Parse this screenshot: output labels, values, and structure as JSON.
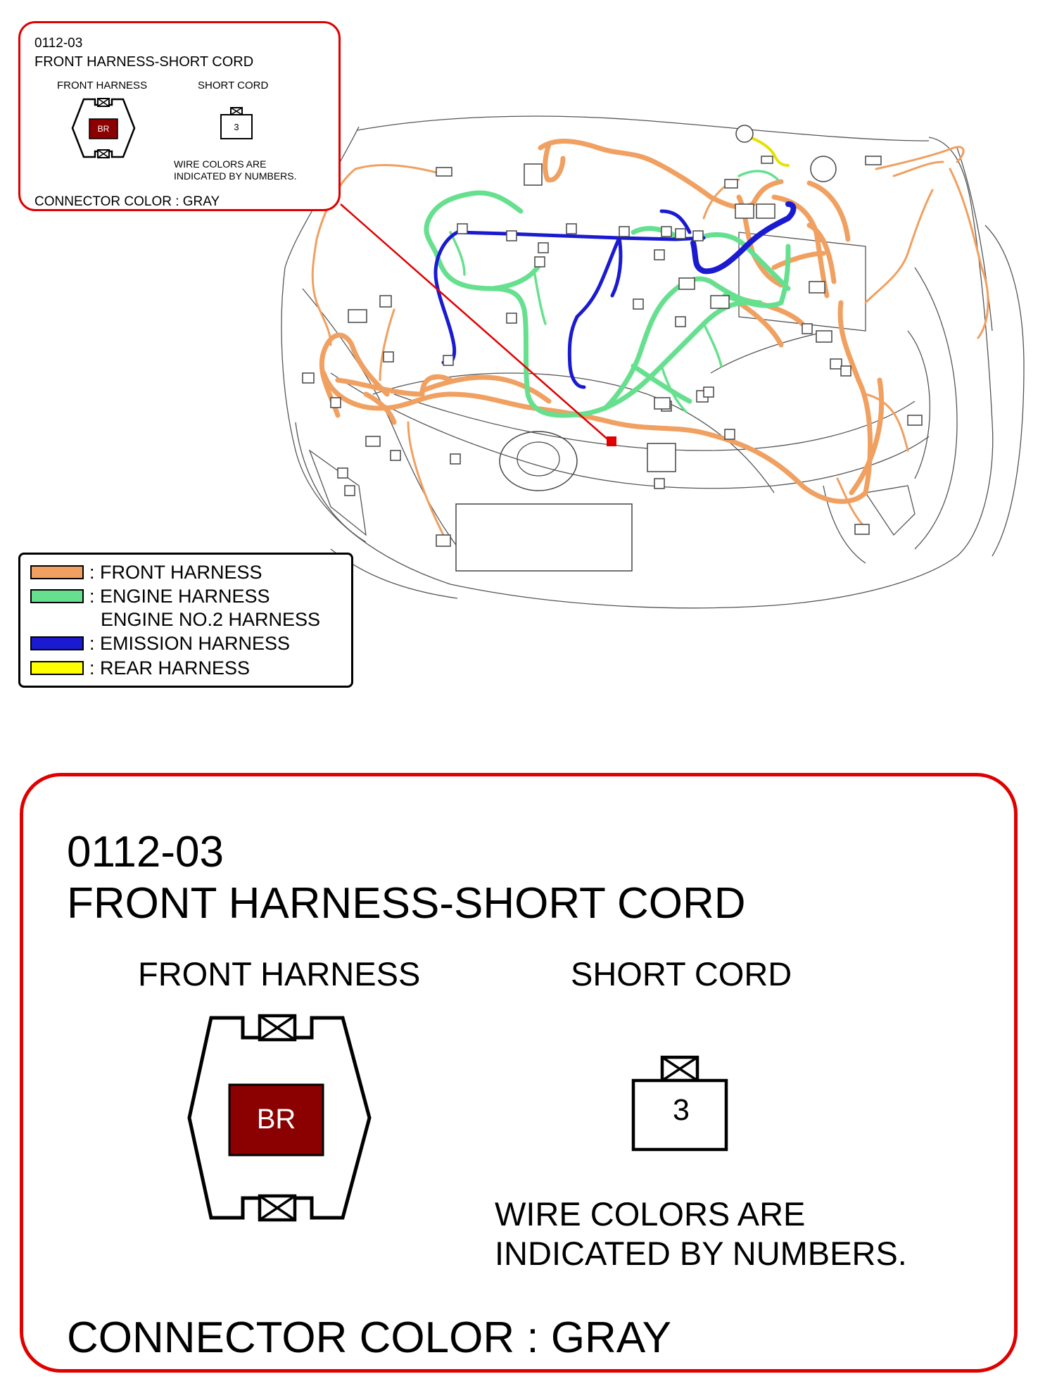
{
  "callout": {
    "code": "0112-03",
    "title": "FRONT HARNESS-SHORT CORD",
    "left_connector_label": "FRONT HARNESS",
    "right_connector_label": "SHORT CORD",
    "left_pin_color": "BR",
    "right_pin_number": "3",
    "note_line1": "WIRE COLORS ARE",
    "note_line2": "INDICATED BY NUMBERS.",
    "connector_color": "CONNECTOR COLOR : GRAY"
  },
  "legend": {
    "items": [
      {
        "label": ": FRONT HARNESS",
        "color": "#f0a060"
      },
      {
        "label": ": ENGINE HARNESS",
        "color": "#66e08f"
      },
      {
        "label": "ENGINE NO.2 HARNESS"
      },
      {
        "label": ": EMISSION HARNESS",
        "color": "#1a1ad0"
      },
      {
        "label": ": REAR HARNESS",
        "color": "#ffff00"
      }
    ]
  },
  "colors": {
    "front_harness": "#f0a060",
    "engine_harness": "#66e08f",
    "emission_harness": "#1a1ad0",
    "rear_harness": "#ffff00",
    "callout_border": "#e00000",
    "br_pin": "#8b0000"
  }
}
